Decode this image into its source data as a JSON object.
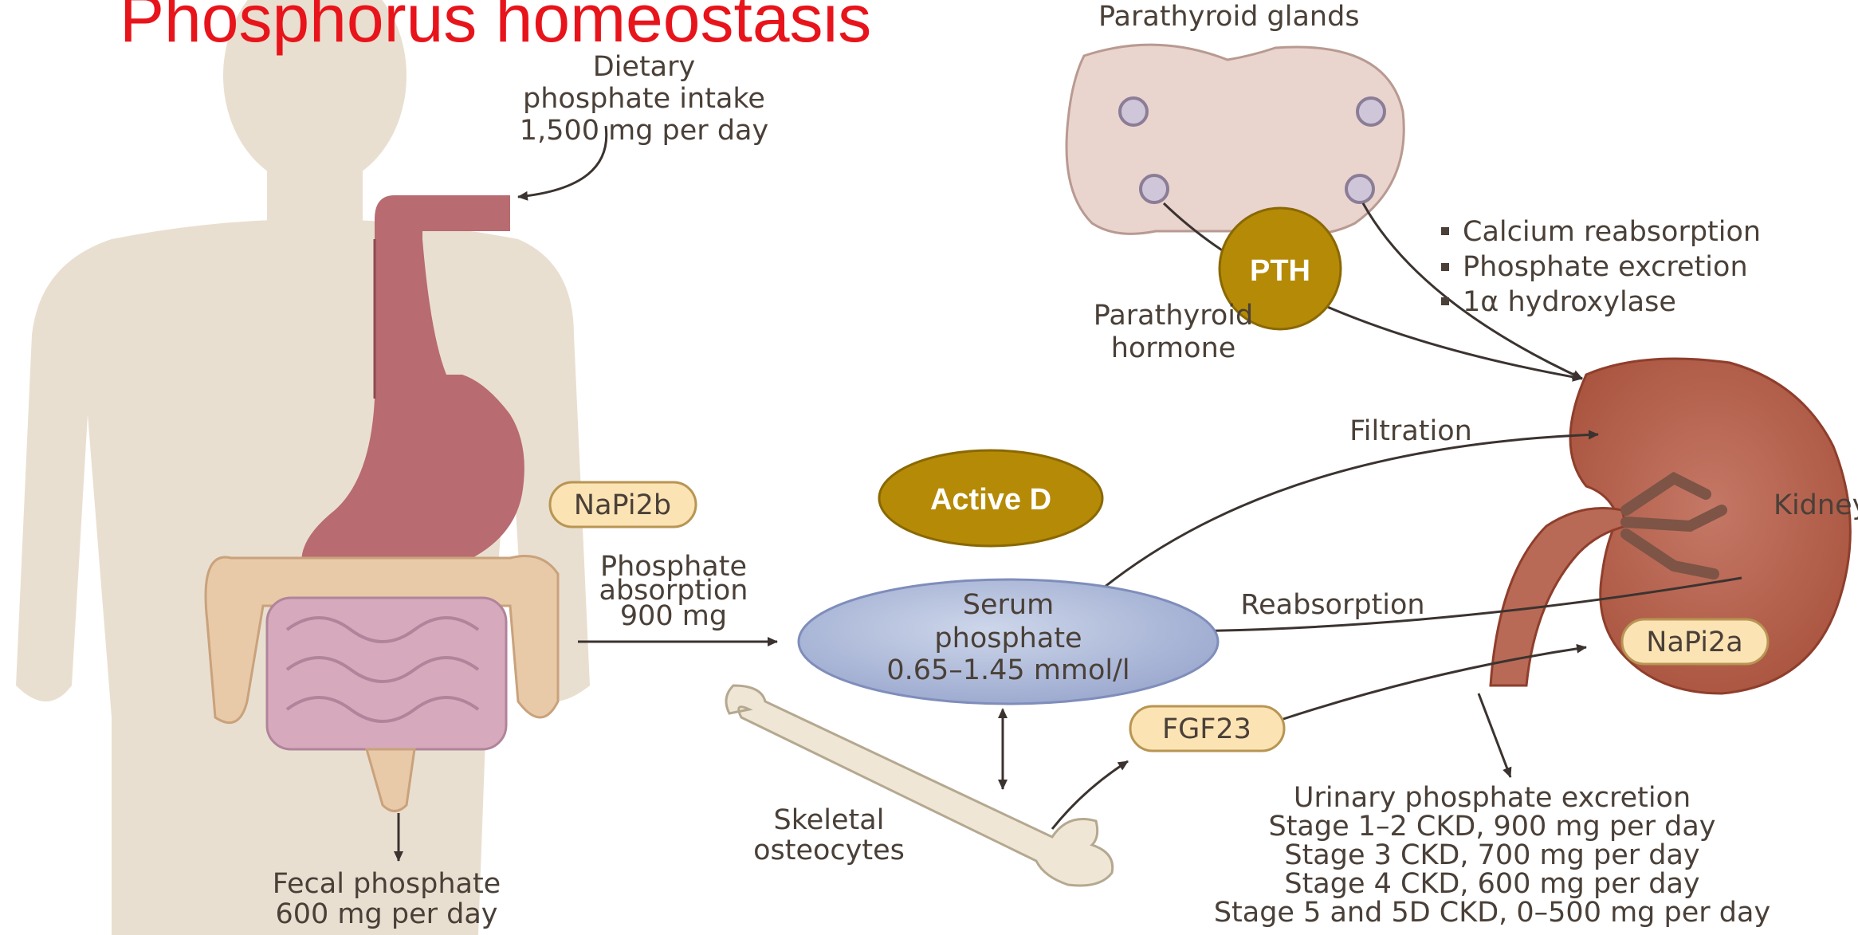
{
  "title": "Phosphorus homeostasis",
  "glands_label": "Parathyroid glands",
  "pth_badge": "PTH",
  "active_d_badge": "Active D",
  "pth_effects": [
    "Calcium reabsorption",
    "Phosphate excretion",
    "1α hydroxylase"
  ],
  "parathyroid_hormone": [
    "Parathyroid",
    "hormone"
  ],
  "dietary": [
    "Dietary",
    "phosphate intake",
    "1,500 mg per day"
  ],
  "napi2b": "NaPi2b",
  "absorption": [
    "Phosphate",
    "absorption",
    "900 mg"
  ],
  "serum": [
    "Serum",
    "phosphate",
    "0.65–1.45 mmol/l"
  ],
  "filtration": "Filtration",
  "reabsorption": "Reabsorption",
  "kidney": "Kidney",
  "napi2a": "NaPi2a",
  "fgf23": "FGF23",
  "skeletal": [
    "Skeletal",
    "osteocytes"
  ],
  "fecal": [
    "Fecal phosphate",
    "600 mg per day"
  ],
  "urinary": [
    "Urinary phosphate excretion",
    "Stage 1–2 CKD, 900 mg per day",
    "Stage 3 CKD, 700 mg per day",
    "Stage 4 CKD, 600 mg per day",
    "Stage 5 and 5D CKD, 0–500 mg per day"
  ],
  "colors": {
    "title": "#e8141b",
    "badge": "#b58a06",
    "serum_fill": "#b3bfd9",
    "tag_fill": "#fbe3b4",
    "kidney_fill": "#c26a56",
    "body_fill": "#e9dfd0"
  }
}
